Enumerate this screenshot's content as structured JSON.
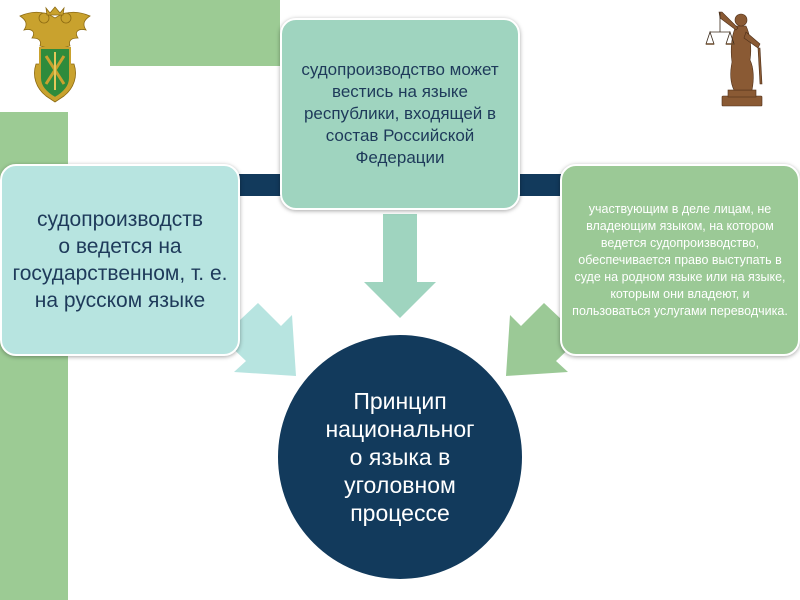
{
  "colors": {
    "accent_green": "#9ccb94",
    "navy": "#123a5c",
    "mint": "#9fd4bf",
    "aqua": "#b7e4e0",
    "olive_green": "#9bc996",
    "text_dark": "#1e3a5a"
  },
  "diagram": {
    "top_box": "судопроизводство может вестись на языке республики, входящей в состав Российской Федерации",
    "left_box": "судопроизводств\nо ведется на государственном, т. е. на русском языке",
    "right_box": "участвующим в деле лицам, не владеющим языком, на котором ведется судопроизводство, обеспечивается право выступать в суде на родном языке или на языке, которым они владеют, и пользоваться услугами переводчика.",
    "center": "Принцип\nнациональног\nо языка в\nуголовном\nпроцессе"
  },
  "images": {
    "logo": "customs-emblem-icon",
    "statue": "lady-justice-statue-icon"
  }
}
